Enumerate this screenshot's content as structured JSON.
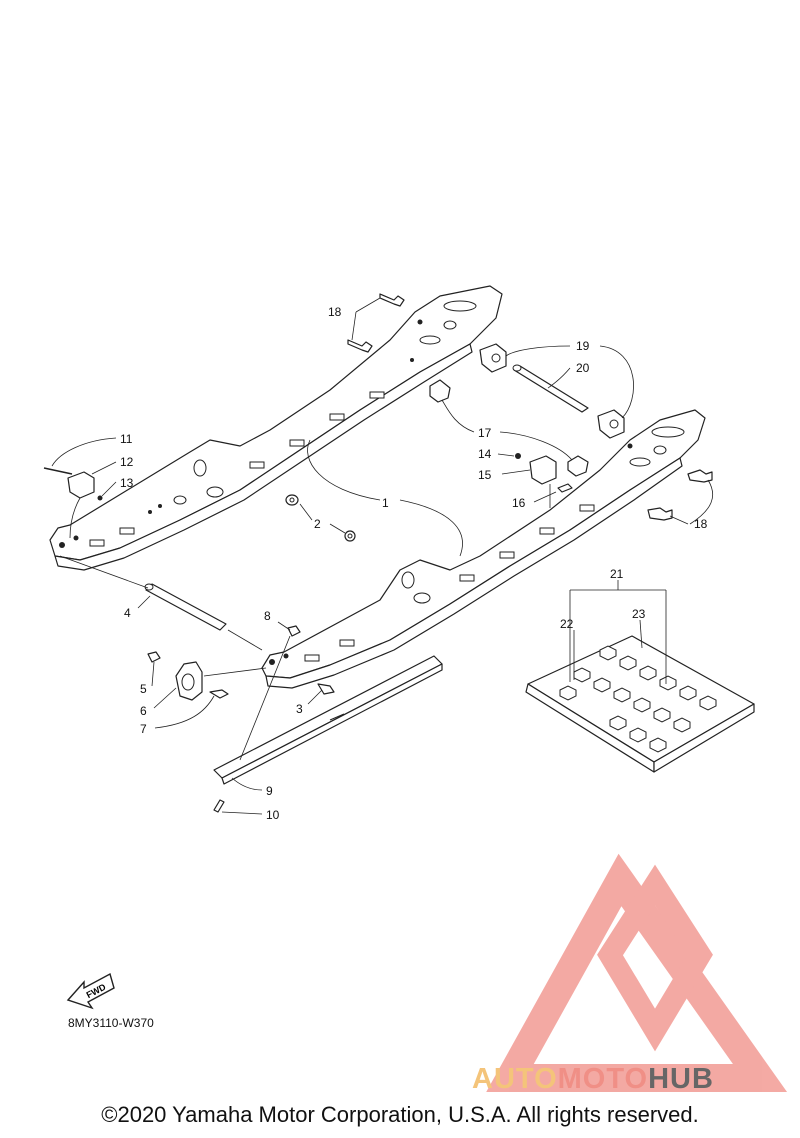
{
  "callouts": [
    {
      "id": "c1",
      "text": "1"
    },
    {
      "id": "c2",
      "text": "2"
    },
    {
      "id": "c3",
      "text": "3"
    },
    {
      "id": "c4",
      "text": "4"
    },
    {
      "id": "c5",
      "text": "5"
    },
    {
      "id": "c6",
      "text": "6"
    },
    {
      "id": "c7",
      "text": "7"
    },
    {
      "id": "c8",
      "text": "8"
    },
    {
      "id": "c9",
      "text": "9"
    },
    {
      "id": "c10",
      "text": "10"
    },
    {
      "id": "c11",
      "text": "11"
    },
    {
      "id": "c12",
      "text": "12"
    },
    {
      "id": "c13",
      "text": "13"
    },
    {
      "id": "c14",
      "text": "14"
    },
    {
      "id": "c15",
      "text": "15"
    },
    {
      "id": "c16",
      "text": "16"
    },
    {
      "id": "c17",
      "text": "17"
    },
    {
      "id": "c18a",
      "text": "18"
    },
    {
      "id": "c18b",
      "text": "18"
    },
    {
      "id": "c19",
      "text": "19"
    },
    {
      "id": "c20",
      "text": "20"
    },
    {
      "id": "c21",
      "text": "21"
    },
    {
      "id": "c22",
      "text": "22"
    },
    {
      "id": "c23",
      "text": "23"
    }
  ],
  "fwd_label": "FWD",
  "diagram_code": "8MY3110-W370",
  "watermark": {
    "part_auto": "AUTO",
    "part_moto": "MOTO",
    "part_hub": "HUB",
    "color_auto": "#f4c47a",
    "color_moto": "#f08f86",
    "color_hub": "#666666",
    "logo_color": "#f29b94"
  },
  "copyright": "©2020 Yamaha Motor Corporation, U.S.A. All rights reserved."
}
